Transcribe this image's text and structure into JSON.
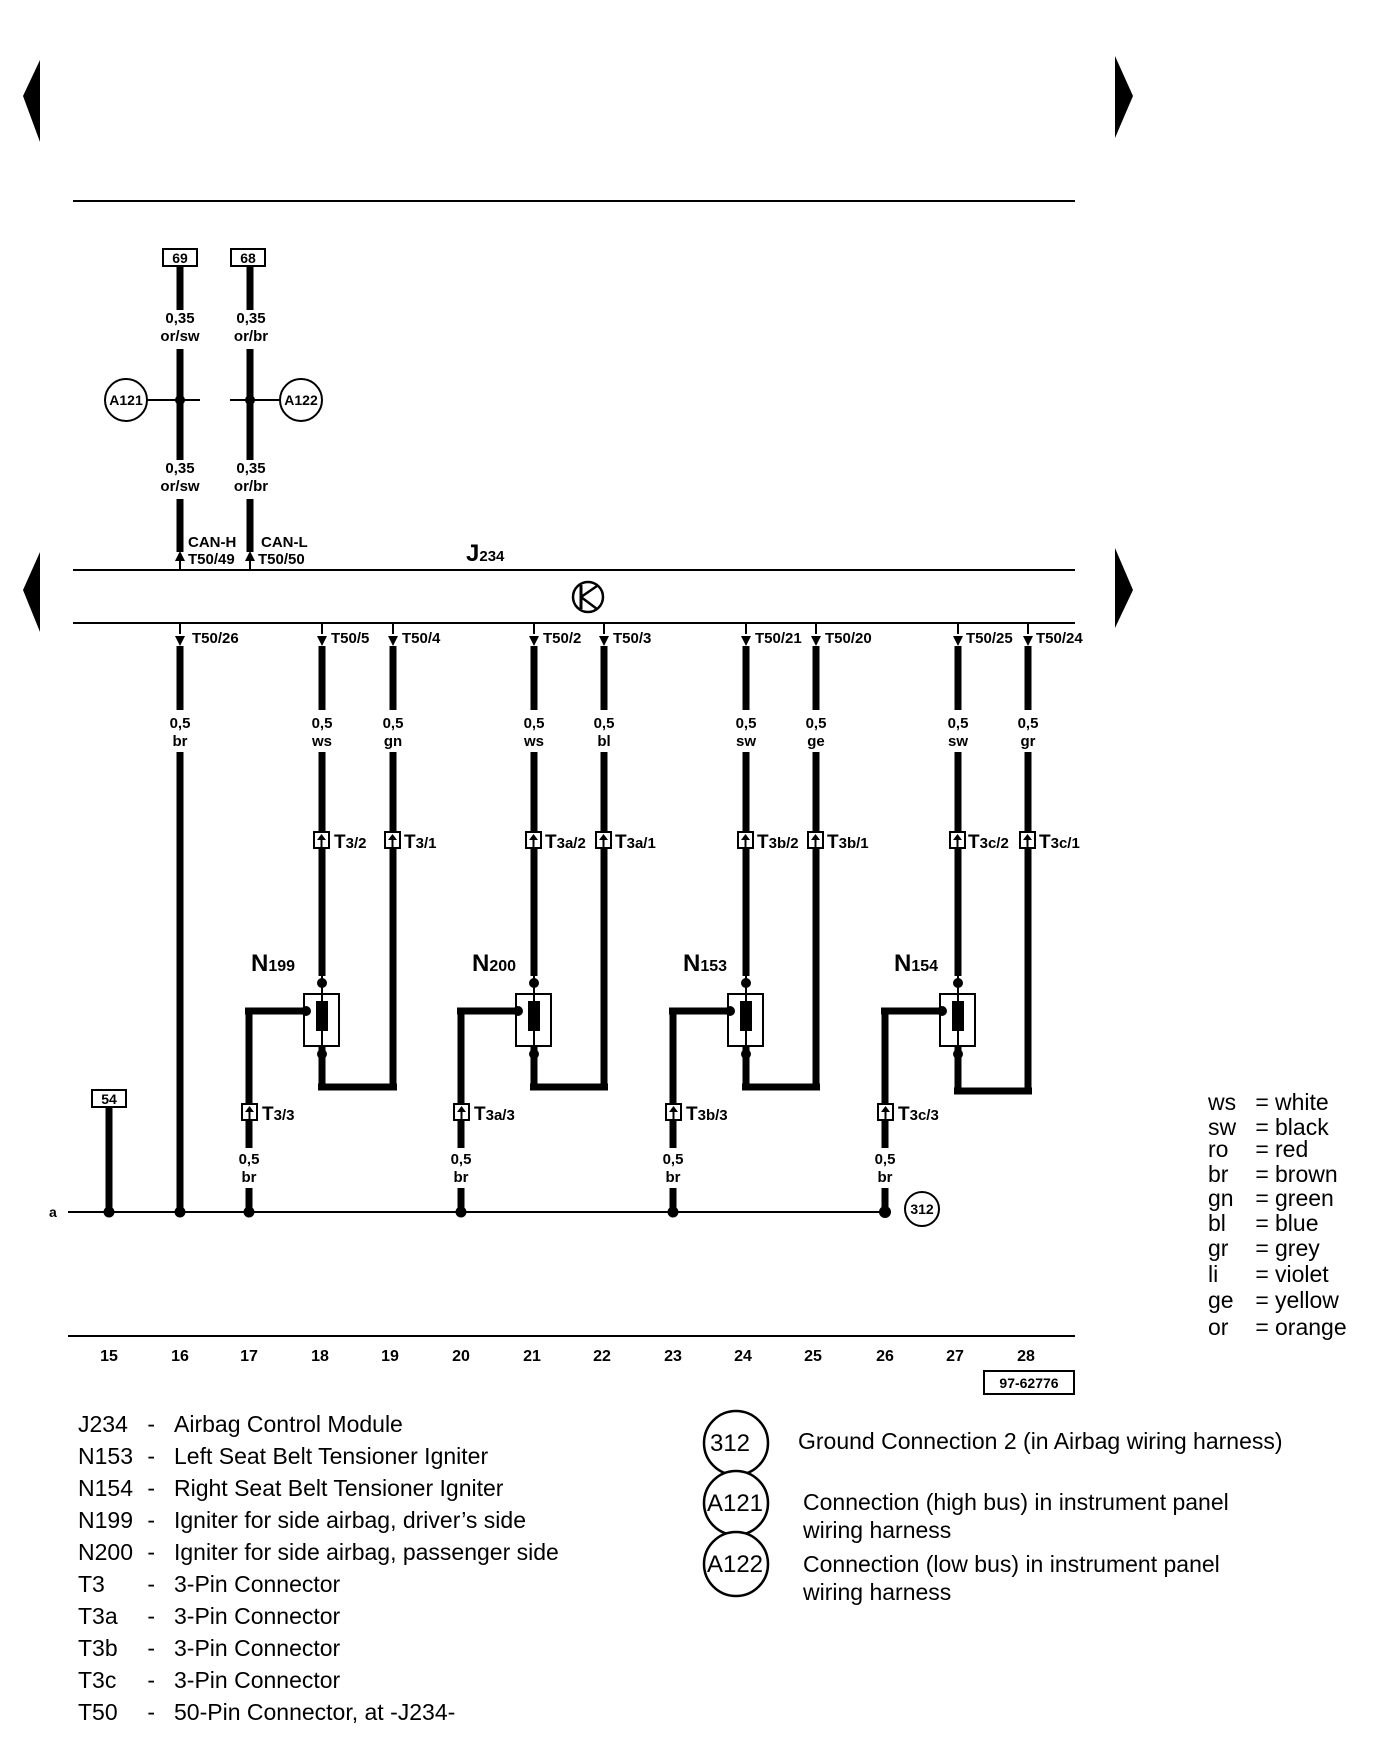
{
  "diagram": {
    "module": {
      "letter": "J",
      "sub": "234"
    },
    "can_h": {
      "label": "CAN-H",
      "pin": "T50/49"
    },
    "can_l": {
      "label": "CAN-L",
      "pin": "T50/50"
    },
    "top_terminals": [
      "69",
      "68"
    ],
    "terminal_54": "54",
    "bus_label": "a",
    "ref_code": "97-62776",
    "top_wires": [
      {
        "upper_gauge": "0,35",
        "upper_color": "or/sw",
        "lower_gauge": "0,35",
        "lower_color": "or/sw"
      },
      {
        "upper_gauge": "0,35",
        "upper_color": "or/br",
        "lower_gauge": "0,35",
        "lower_color": "or/br"
      }
    ],
    "splices": [
      "A121",
      "A122"
    ],
    "module_pins": [
      "T50/26",
      "T50/5",
      "T50/4",
      "T50/2",
      "T50/3",
      "T50/21",
      "T50/20",
      "T50/25",
      "T50/24"
    ],
    "wire_specs": [
      {
        "gauge": "0,5",
        "color": "br"
      },
      {
        "gauge": "0,5",
        "color": "ws"
      },
      {
        "gauge": "0,5",
        "color": "gn"
      },
      {
        "gauge": "0,5",
        "color": "ws"
      },
      {
        "gauge": "0,5",
        "color": "bl"
      },
      {
        "gauge": "0,5",
        "color": "sw"
      },
      {
        "gauge": "0,5",
        "color": "ge"
      },
      {
        "gauge": "0,5",
        "color": "sw"
      },
      {
        "gauge": "0,5",
        "color": "gr"
      }
    ],
    "igniters": [
      {
        "letter": "N",
        "sub": "199",
        "c_pin2": {
          "main": "T",
          "sub": "3/2"
        },
        "c_pin1": {
          "main": "T",
          "sub": "3/1"
        },
        "c_pin3": {
          "main": "T",
          "sub": "3/3"
        },
        "gnd_gauge": "0,5",
        "gnd_color": "br"
      },
      {
        "letter": "N",
        "sub": "200",
        "c_pin2": {
          "main": "T",
          "sub": "3a/2"
        },
        "c_pin1": {
          "main": "T",
          "sub": "3a/1"
        },
        "c_pin3": {
          "main": "T",
          "sub": "3a/3"
        },
        "gnd_gauge": "0,5",
        "gnd_color": "br"
      },
      {
        "letter": "N",
        "sub": "153",
        "c_pin2": {
          "main": "T",
          "sub": "3b/2"
        },
        "c_pin1": {
          "main": "T",
          "sub": "3b/1"
        },
        "c_pin3": {
          "main": "T",
          "sub": "3b/3"
        },
        "gnd_gauge": "0,5",
        "gnd_color": "br"
      },
      {
        "letter": "N",
        "sub": "154",
        "c_pin2": {
          "main": "T",
          "sub": "3c/2"
        },
        "c_pin1": {
          "main": "T",
          "sub": "3c/1"
        },
        "c_pin3": {
          "main": "T",
          "sub": "3c/3"
        },
        "gnd_gauge": "0,5",
        "gnd_color": "br"
      }
    ],
    "ground_id": "312",
    "track_numbers": [
      "15",
      "16",
      "17",
      "18",
      "19",
      "20",
      "21",
      "22",
      "23",
      "24",
      "25",
      "26",
      "27",
      "28"
    ]
  },
  "color_codes": [
    {
      "code": "ws",
      "name": "white"
    },
    {
      "code": "sw",
      "name": "black"
    },
    {
      "code": "ro",
      "name": "red"
    },
    {
      "code": "br",
      "name": "brown"
    },
    {
      "code": "gn",
      "name": "green"
    },
    {
      "code": "bl",
      "name": "blue"
    },
    {
      "code": "gr",
      "name": "grey"
    },
    {
      "code": "li",
      "name": "violet"
    },
    {
      "code": "ge",
      "name": "yellow"
    },
    {
      "code": "or",
      "name": "orange"
    }
  ],
  "components": [
    {
      "id": "J234",
      "desc": "Airbag Control Module"
    },
    {
      "id": "N153",
      "desc": "Left Seat Belt Tensioner Igniter"
    },
    {
      "id": "N154",
      "desc": "Right Seat Belt Tensioner Igniter"
    },
    {
      "id": "N199",
      "desc": "Igniter for side airbag, driver’s side"
    },
    {
      "id": "N200",
      "desc": "Igniter for side airbag, passenger side"
    },
    {
      "id": "T3",
      "desc": "3-Pin Connector"
    },
    {
      "id": "T3a",
      "desc": "3-Pin Connector"
    },
    {
      "id": "T3b",
      "desc": "3-Pin Connector"
    },
    {
      "id": "T3c",
      "desc": "3-Pin Connector"
    },
    {
      "id": "T50",
      "desc": "50-Pin Connector, at -J234-"
    }
  ],
  "connections": [
    {
      "id": "312",
      "lines": [
        "Ground Connection 2 (in Airbag wiring harness)"
      ]
    },
    {
      "id": "A121",
      "lines": [
        "Connection (high bus) in instrument panel",
        "wiring harness"
      ]
    },
    {
      "id": "A122",
      "lines": [
        "Connection (low bus) in instrument panel",
        "wiring harness"
      ]
    }
  ]
}
